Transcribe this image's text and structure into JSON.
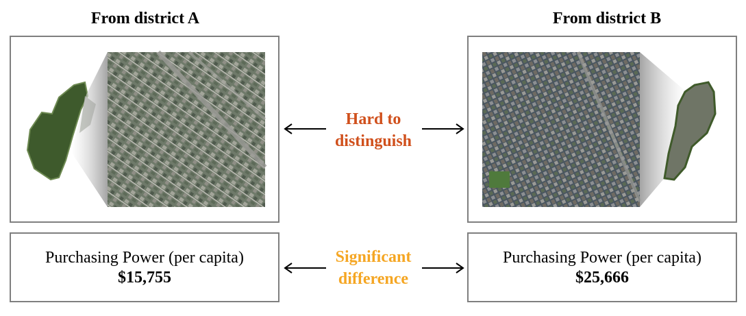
{
  "left": {
    "title": "From district A",
    "metric_label": "Purchasing Power (per capita)",
    "metric_value": "$15,755"
  },
  "right": {
    "title": "From district B",
    "metric_label": "Purchasing Power (per capita)",
    "metric_value": "$25,666"
  },
  "middle": {
    "top_line1": "Hard to",
    "top_line2": "distinguish",
    "bottom_line1": "Significant",
    "bottom_line2": "difference"
  },
  "colors": {
    "hard_to_distinguish": "#d0501c",
    "significant_difference": "#f5a623",
    "panel_border": "#7f7f7f"
  }
}
